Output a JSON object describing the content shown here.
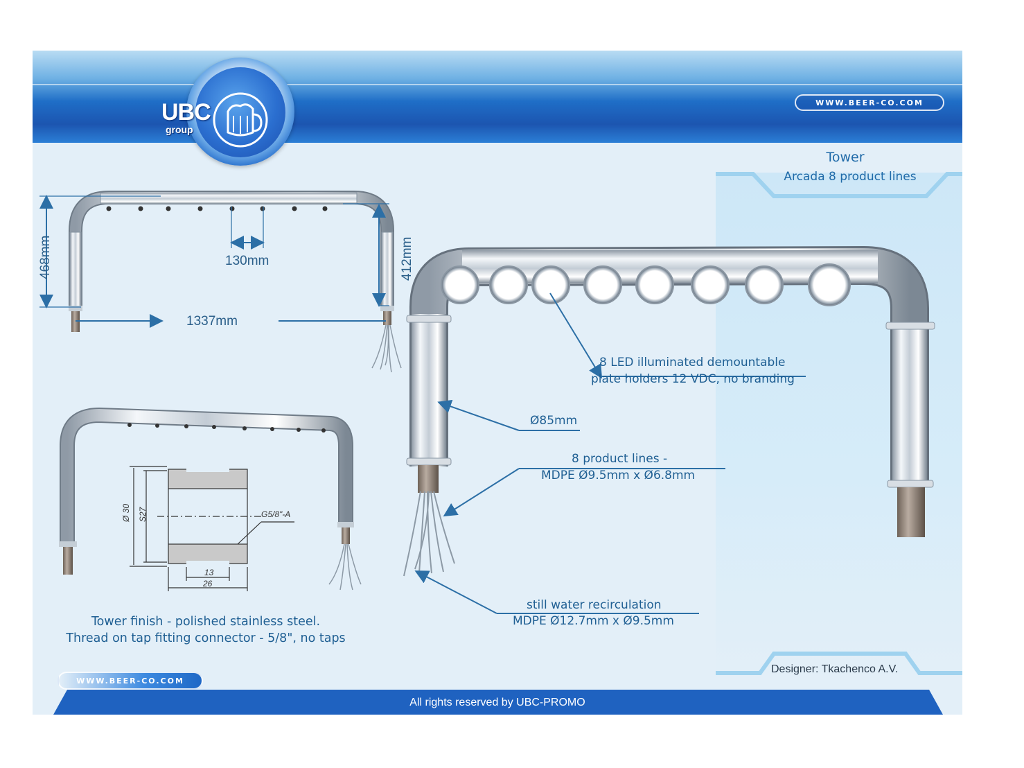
{
  "header": {
    "logo_text": "UBC",
    "logo_sub": "group",
    "url": "WWW.BEER-CO.COM"
  },
  "product": {
    "title": "Tower",
    "subtitle": "Arcada 8 product lines"
  },
  "dimensions": {
    "height_total": "468mm",
    "height_inner": "412mm",
    "spacing": "130mm",
    "width": "1337mm"
  },
  "callouts": {
    "led_line1": "8 LED illuminated demountable",
    "led_line2": "plate holders 12 VDC, no branding",
    "diameter": "Ø85mm",
    "lines_line1": "8 product lines -",
    "lines_line2": "MDPE Ø9.5mm  x  Ø6.8mm",
    "water_line1": "still water recirculation",
    "water_line2": "MDPE Ø12.7mm  x  Ø9.5mm"
  },
  "fitting": {
    "d30": "Ø 30",
    "s27": "S27",
    "thread": "G5/8\"-A",
    "len13": "13",
    "len26": "26"
  },
  "notes": {
    "finish_line1": "Tower finish - polished stainless steel.",
    "finish_line2": "Thread on tap fitting connector - 5/8\", no taps",
    "designer": "Designer: Tkachenco A.V."
  },
  "footer": {
    "url": "WWW.BEER-CO.COM",
    "rights": "All rights reserved by UBC-PROMO"
  }
}
